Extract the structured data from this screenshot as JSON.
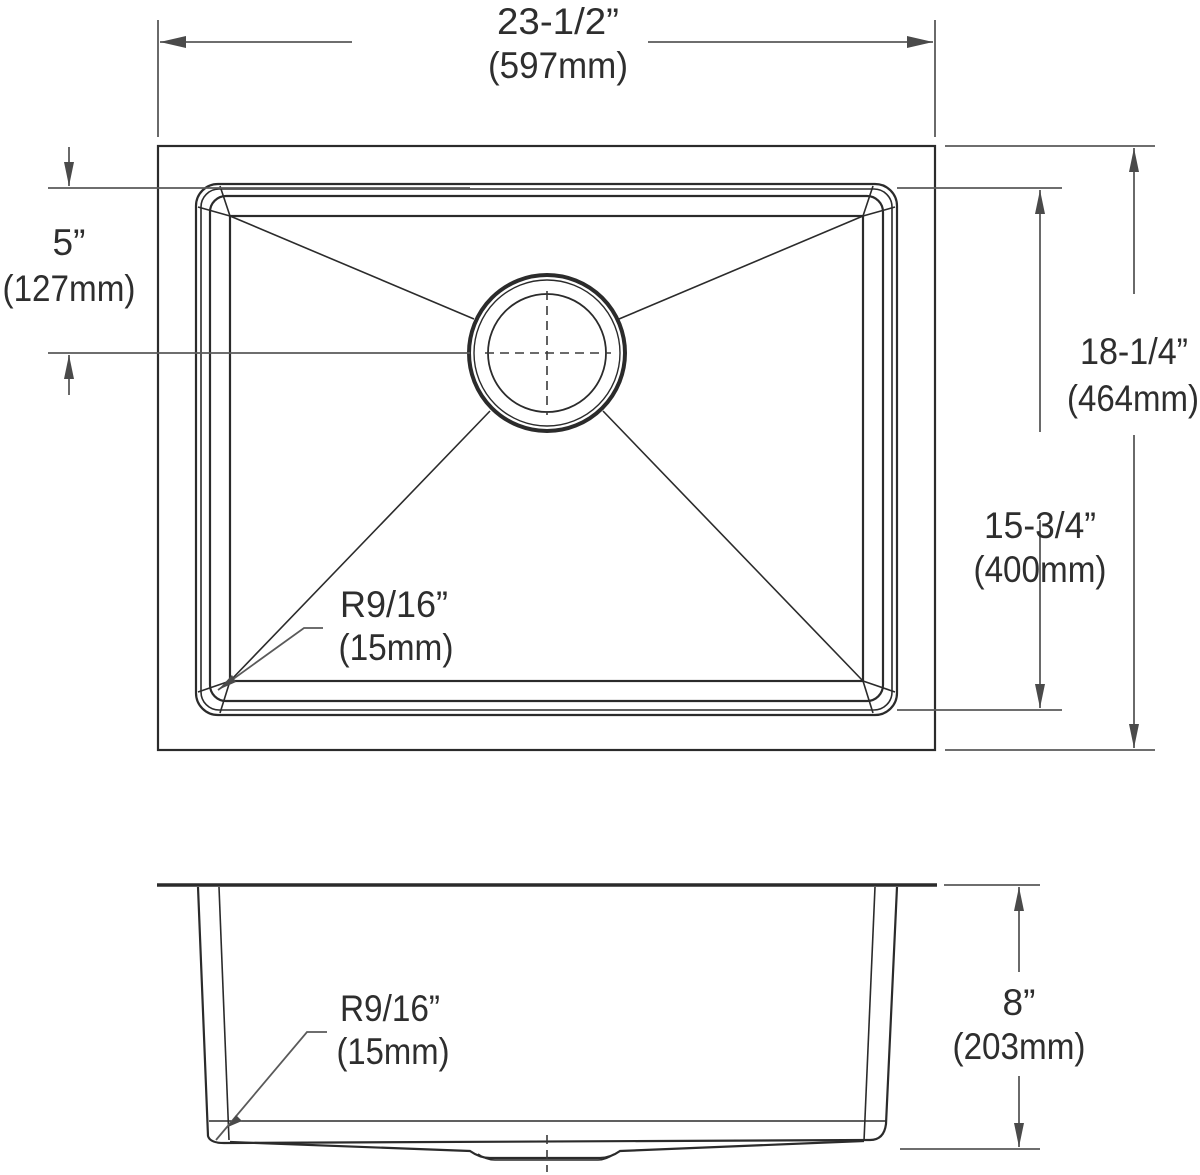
{
  "drawing": {
    "title": "Undermount single-bowl sink dimension drawing",
    "views": [
      "top-view",
      "side-view"
    ],
    "colors": {
      "line": "#2b2b2b",
      "dimension_line": "#5a5a5a",
      "text": "#2e2e2e",
      "background": "#ffffff"
    }
  },
  "top_view": {
    "overall_width": {
      "imperial": "23-1/2”",
      "metric": "(597mm)"
    },
    "overall_depth": {
      "imperial": "18-1/4”",
      "metric": "(464mm)"
    },
    "bowl_depth": {
      "imperial": "15-3/4”",
      "metric": "(400mm)"
    },
    "drain_offset": {
      "imperial": "5”",
      "metric": "(127mm)"
    },
    "corner_radius": {
      "imperial": "R9/16”",
      "metric": "(15mm)"
    }
  },
  "side_view": {
    "bowl_height": {
      "imperial": "8”",
      "metric": "(203mm)"
    },
    "corner_radius": {
      "imperial": "R9/16”",
      "metric": "(15mm)"
    }
  }
}
